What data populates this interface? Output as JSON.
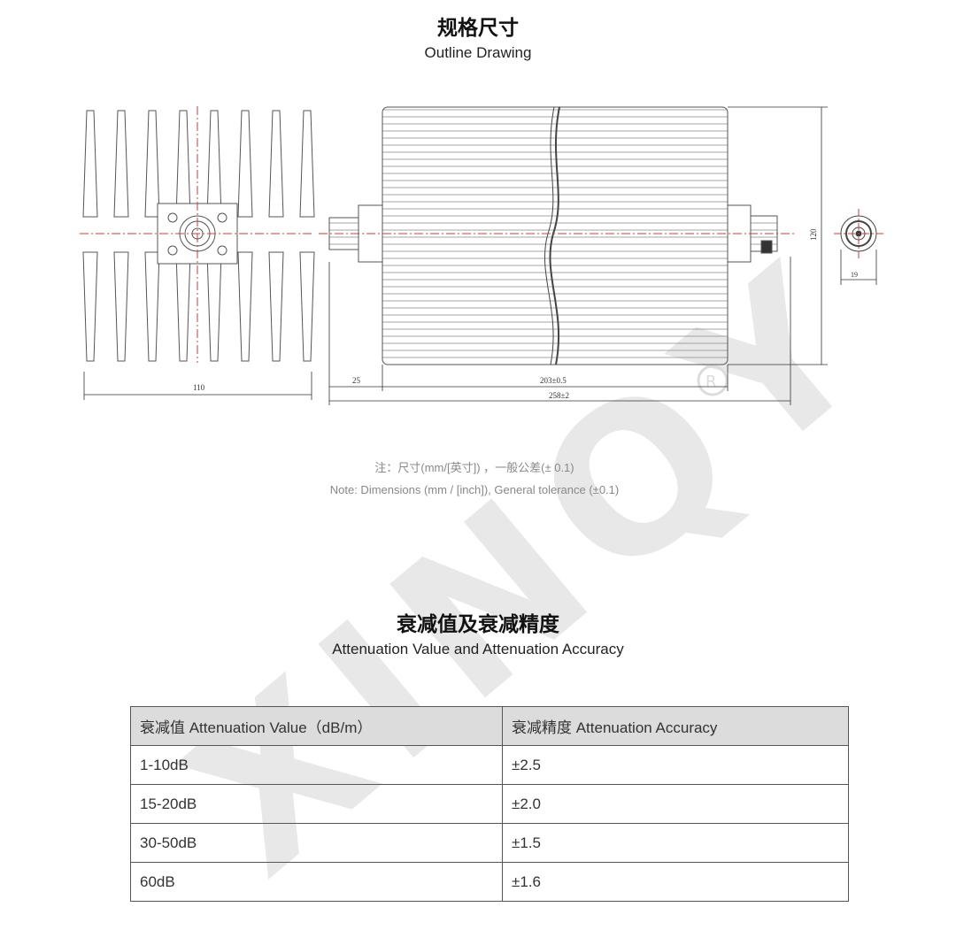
{
  "outline": {
    "title_cn": "规格尺寸",
    "title_en": "Outline Drawing",
    "dims": {
      "width_110": "110",
      "d25": "25",
      "d203": "203±0.5",
      "d258": "258±2",
      "d120": "120",
      "d19": "19"
    },
    "note_cn": "注：尺寸(mm/[英寸]) ，一般公差(± 0.1)",
    "note_en": "Note: Dimensions (mm / [inch]), General tolerance (±0.1)"
  },
  "attenuation": {
    "title_cn": "衰减值及衰减精度",
    "title_en": "Attenuation Value and Attenuation Accuracy",
    "header": [
      "衰减值 Attenuation Value（dB/m）",
      "衰减精度  Attenuation Accuracy"
    ],
    "rows": [
      [
        "1-10dB",
        "±2.5"
      ],
      [
        "15-20dB",
        "±2.0"
      ],
      [
        "30-50dB",
        "±1.5"
      ],
      [
        "60dB",
        "±1.6"
      ]
    ]
  },
  "watermark": {
    "text": "XINQY",
    "color": "#d9d9d9"
  }
}
